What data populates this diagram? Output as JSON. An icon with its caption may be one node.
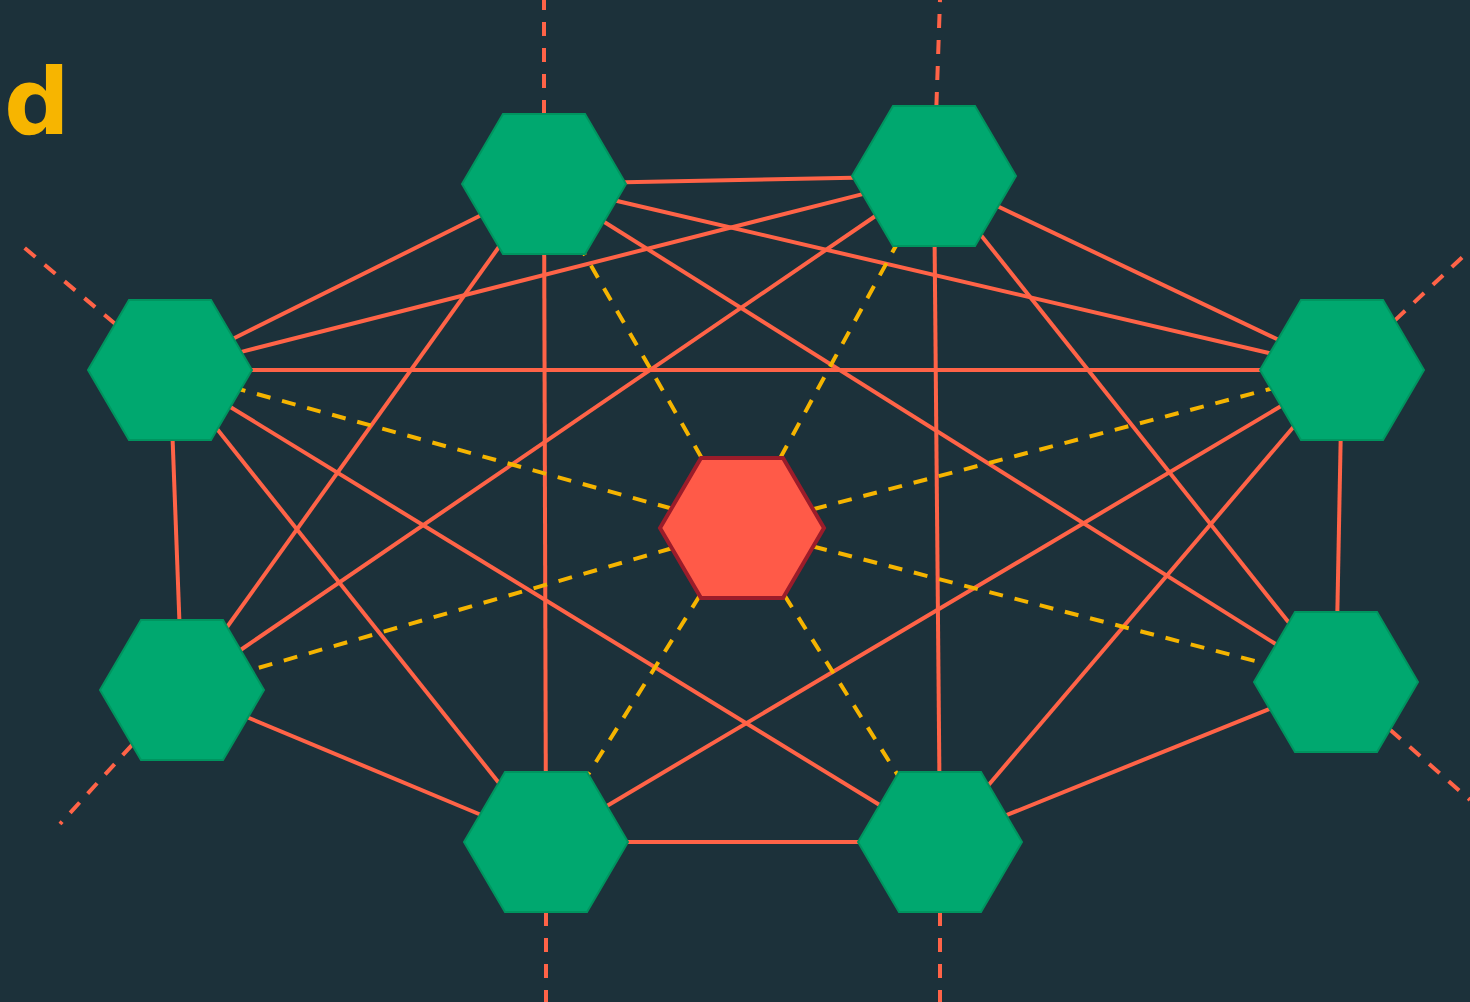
{
  "diagram": {
    "title": "d",
    "nodes": [
      {
        "text": [],
        "shape": "hexagon"
      },
      {
        "text": [],
        "shape": "hexagon"
      },
      {
        "text": [],
        "shape": "hexagon"
      },
      {
        "text": [],
        "shape": "hexagon"
      },
      {
        "text": [],
        "shape": "hexagon"
      },
      {
        "text": [],
        "shape": "hexagon"
      },
      {
        "text": [],
        "shape": "hexagon"
      },
      {
        "text": [],
        "shape": "hexagon"
      },
      {
        "text": [],
        "shape": "hexagon"
      }
    ],
    "edges": [
      {
        "from": 0,
        "to": 1,
        "arrow": "none"
      },
      {
        "from": 0,
        "to": 2,
        "arrow": "none"
      },
      {
        "from": 0,
        "to": 3,
        "arrow": "none"
      },
      {
        "from": 0,
        "to": 5,
        "arrow": "none"
      },
      {
        "from": 0,
        "to": 6,
        "arrow": "none"
      },
      {
        "from": 0,
        "to": 7,
        "arrow": "none"
      },
      {
        "from": 1,
        "to": 2,
        "arrow": "none"
      },
      {
        "from": 1,
        "to": 3,
        "arrow": "none"
      },
      {
        "from": 1,
        "to": 5,
        "arrow": "none"
      },
      {
        "from": 1,
        "to": 6,
        "arrow": "none"
      },
      {
        "from": 1,
        "to": 8,
        "arrow": "none"
      },
      {
        "from": 2,
        "to": 3,
        "arrow": "none"
      },
      {
        "from": 2,
        "to": 5,
        "arrow": "none"
      },
      {
        "from": 2,
        "to": 7,
        "arrow": "none"
      },
      {
        "from": 2,
        "to": 8,
        "arrow": "none"
      },
      {
        "from": 3,
        "to": 6,
        "arrow": "none"
      },
      {
        "from": 3,
        "to": 7,
        "arrow": "none"
      },
      {
        "from": 3,
        "to": 8,
        "arrow": "none"
      },
      {
        "from": 5,
        "to": 7,
        "arrow": "none"
      },
      {
        "from": 6,
        "to": 8,
        "arrow": "none"
      },
      {
        "from": 7,
        "to": 8,
        "arrow": "none"
      },
      {
        "from": 4,
        "to": 0,
        "arrow": "none",
        "style": "dashed",
        "color": "#f5b400"
      },
      {
        "from": 4,
        "to": 1,
        "arrow": "none",
        "style": "dashed",
        "color": "#f5b400"
      },
      {
        "from": 4,
        "to": 2,
        "arrow": "none",
        "style": "dashed",
        "color": "#f5b400"
      },
      {
        "from": 4,
        "to": 3,
        "arrow": "none",
        "style": "dashed",
        "color": "#f5b400"
      },
      {
        "from": 4,
        "to": 5,
        "arrow": "none",
        "style": "dashed",
        "color": "#f5b400"
      },
      {
        "from": 4,
        "to": 6,
        "arrow": "none",
        "style": "dashed",
        "color": "#f5b400"
      },
      {
        "from": 4,
        "to": 7,
        "arrow": "none",
        "style": "dashed",
        "color": "#f5b400"
      },
      {
        "from": 4,
        "to": 8,
        "arrow": "none",
        "style": "dashed",
        "color": "#f5b400"
      },
      {
        "from": 0,
        "to": null,
        "arrow": "none",
        "style": "dashed"
      },
      {
        "from": 1,
        "to": null,
        "arrow": "none",
        "style": "dashed"
      },
      {
        "from": 2,
        "to": null,
        "arrow": "none",
        "style": "dashed"
      },
      {
        "from": 3,
        "to": null,
        "arrow": "none",
        "style": "dashed"
      },
      {
        "from": 5,
        "to": null,
        "arrow": "none",
        "style": "dashed"
      },
      {
        "from": 6,
        "to": null,
        "arrow": "none",
        "style": "dashed"
      },
      {
        "from": 7,
        "to": null,
        "arrow": "none",
        "style": "dashed"
      },
      {
        "from": 8,
        "to": null,
        "arrow": "none",
        "style": "dashed"
      }
    ]
  }
}
